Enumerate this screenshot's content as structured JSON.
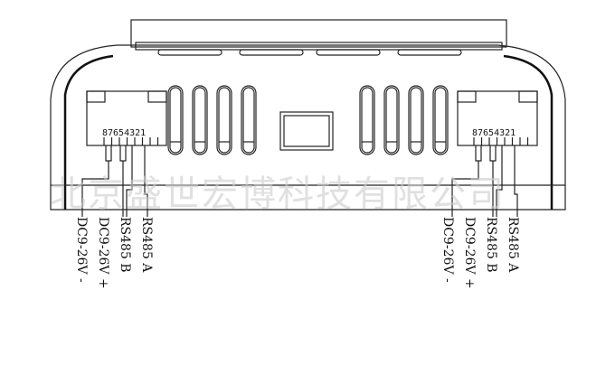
{
  "watermark": "北京盛世宏博科技有限公司",
  "left_connector": {
    "pin_numbers": "87654321",
    "labels": [
      "DC9-26V -",
      "DC9-26V +",
      "RS485 B",
      "RS485 A"
    ]
  },
  "right_connector": {
    "pin_numbers": "87654321",
    "labels": [
      "DC9-26V -",
      "DC9-26V +",
      "RS485 B",
      "RS485 A"
    ]
  }
}
